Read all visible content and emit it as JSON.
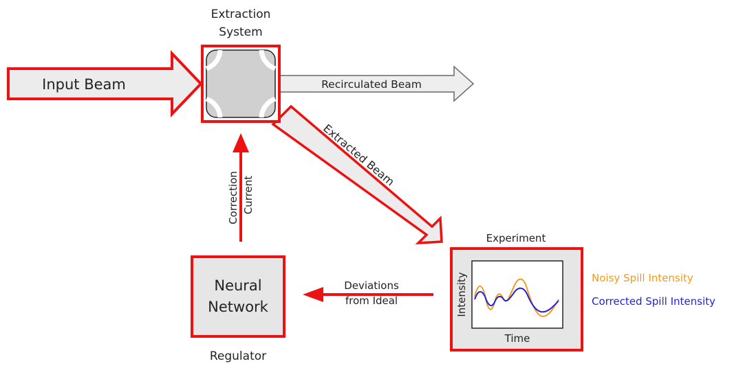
{
  "extraction": {
    "title_line1": "Extraction",
    "title_line2": "System"
  },
  "input_beam": {
    "label": "Input Beam"
  },
  "recirculated_beam": {
    "label": "Recirculated Beam"
  },
  "extracted_beam": {
    "label": "Extracted Beam"
  },
  "correction": {
    "line1": "Correction",
    "line2": "Current"
  },
  "neural_network": {
    "line1": "Neural",
    "line2": "Network",
    "caption": "Regulator"
  },
  "deviations": {
    "line1": "Deviations",
    "line2": "from Ideal"
  },
  "experiment": {
    "title": "Experiment",
    "y_label": "Intensity",
    "x_label": "Time"
  },
  "legend": {
    "noisy": {
      "label": "Noisy Spill Intensity",
      "color": "#f29a1c"
    },
    "corrected": {
      "label": "Corrected Spill Intensity",
      "color": "#2222dd"
    }
  },
  "colors": {
    "accent_red": "#ee1111",
    "beam_fill": "#ececec",
    "block_fill": "#e6e6e6"
  }
}
